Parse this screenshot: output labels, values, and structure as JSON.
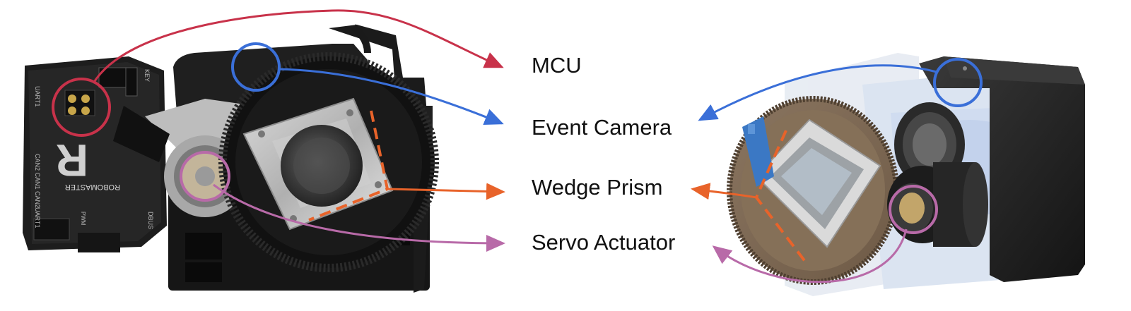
{
  "labels": {
    "mcu": "MCU",
    "event_camera": "Event Camera",
    "wedge_prism": "Wedge Prism",
    "servo_actuator": "Servo Actuator"
  },
  "board_text": {
    "brand": "ROBOMASTER",
    "uart_top": "UART1",
    "uart_bottom": "UART1",
    "can": "CAN2 CAN1 CAN2",
    "key": "KEY",
    "dbus": "DBUS",
    "pwm": "PWM"
  },
  "colors": {
    "mcu": "#c8324a",
    "event_camera": "#3a6fd8",
    "wedge_prism": "#e8632a",
    "servo_actuator": "#b86aa8",
    "text": "#111111"
  },
  "icons": {
    "mcu_callout": "circle-highlight",
    "camera_callout": "circle-highlight",
    "servo_callout": "circle-highlight",
    "prism_callout": "dashed-edge-line"
  }
}
